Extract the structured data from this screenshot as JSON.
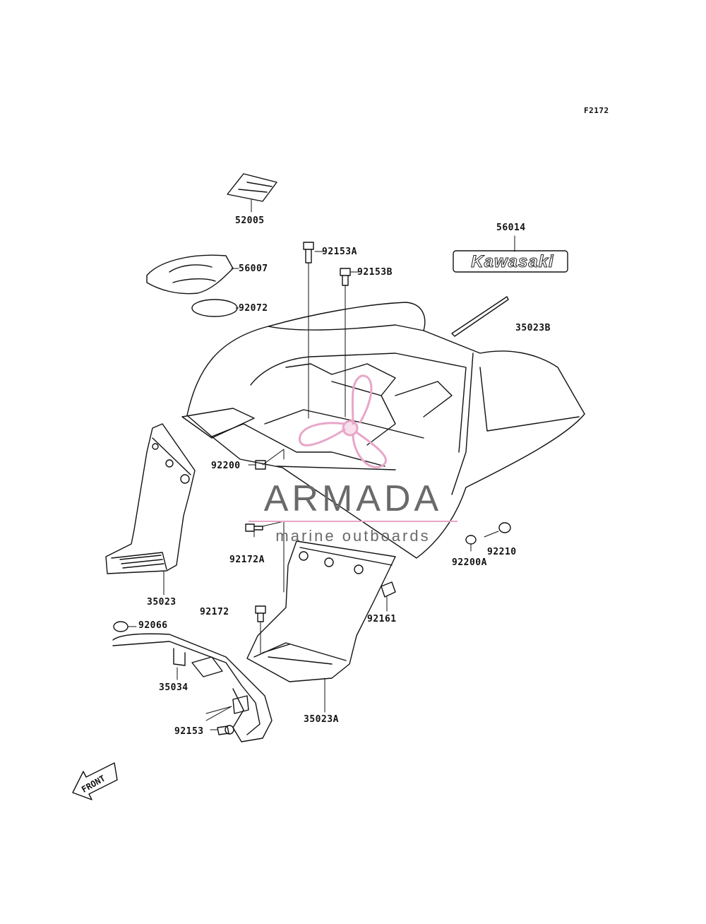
{
  "figure_code": "F2172",
  "labels": {
    "p52005": "52005",
    "p56014": "56014",
    "p92153A": "92153A",
    "p92153B": "92153B",
    "p56007": "56007",
    "p92072": "92072",
    "p35023B": "35023B",
    "p92200": "92200",
    "p92172A": "92172A",
    "p92200A": "92200A",
    "p92210": "92210",
    "p35023": "35023",
    "p92172": "92172",
    "p92161": "92161",
    "p92066": "92066",
    "p35034": "35034",
    "p92153": "92153",
    "p35023A": "35023A"
  },
  "decal_text": "Kawasaki",
  "front_arrow_text": "FRONT",
  "watermark": {
    "title": "ARMADA",
    "subtitle": "marine outboards",
    "color": "#e8a6c8"
  }
}
